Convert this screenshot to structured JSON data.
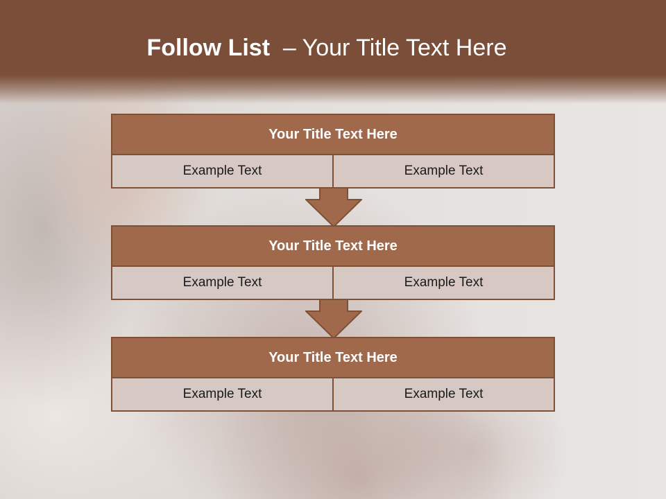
{
  "slide": {
    "title_bold": "Follow List",
    "title_rest": "  – Your Title Text Here"
  },
  "blocks": [
    {
      "title": "Your Title Text Here",
      "left": "Example Text",
      "right": "Example Text"
    },
    {
      "title": "Your Title Text Here",
      "left": "Example Text",
      "right": "Example Text"
    },
    {
      "title": "Your Title Text Here",
      "left": "Example Text",
      "right": "Example Text"
    }
  ],
  "colors": {
    "header": "#7a4e38",
    "box_title": "#a0694c",
    "border": "#7d5038",
    "cell": "#d6c8c3"
  }
}
